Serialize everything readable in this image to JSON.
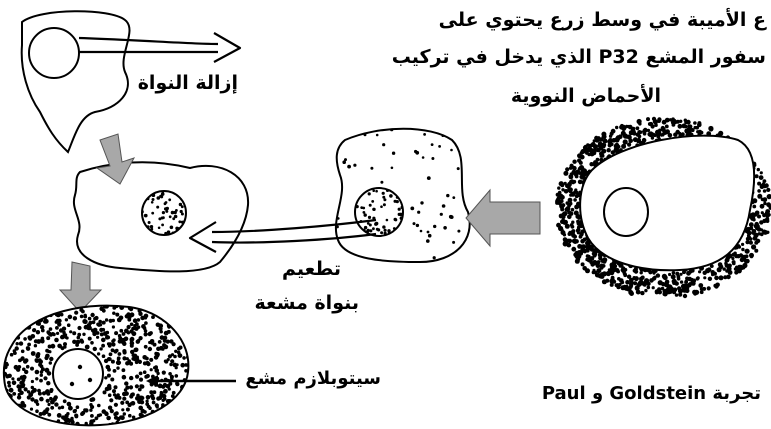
{
  "labels": {
    "intro_line1": "ع الأميبة في وسط زرع يحتوي على",
    "intro_line2": "سفور المشع P32 الذي يدخل في تركيب",
    "intro_line3": "الأحماض النووية",
    "nucleus_removal": "إزالة النواة",
    "graft_line1": "تطعيم",
    "graft_line2": "بنواة مشعة",
    "radioactive_cytoplasm": "سيتوبلازم مشع",
    "experiment_caption": "تجربة Goldstein و Paul"
  },
  "colors": {
    "ink": "#000000",
    "arrow_fill": "#a8a8a8",
    "background": "#ffffff"
  }
}
